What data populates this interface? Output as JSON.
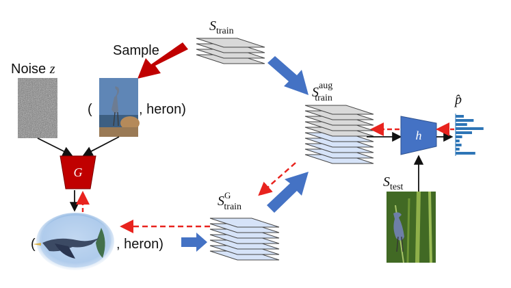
{
  "labels": {
    "sample": "Sample",
    "noise": "Noise",
    "noise_var": "z",
    "pair_open_1": "(",
    "pair_close_1": ", heron)",
    "pair_open_2": "(",
    "pair_close_2": ", heron)",
    "generator": "G",
    "classifier": "h",
    "s_train_base": "S",
    "s_train_sub": "train",
    "s_aug_base": "S",
    "s_aug_sub": "train",
    "s_aug_sup": "aug",
    "s_gen_base": "S",
    "s_gen_sub": "train",
    "s_gen_sup": "G",
    "s_test_base": "S",
    "s_test_sub": "test",
    "p_hat": "p̂"
  },
  "colors": {
    "red": "#c00000",
    "red_dashed": "#e8231e",
    "blue": "#4472c4",
    "stack_gray": "#d9d9d9",
    "stack_blue": "#d6e3f8",
    "hist_blue": "#2e75b6"
  },
  "icons": {
    "heron_photo": "heron-photo-icon",
    "heron_flying": "flying-heron-icon",
    "heron_test": "heron-test-photo-icon",
    "noise": "noise-image-icon"
  },
  "histogram": {
    "values": [
      0.25,
      0.55,
      0.35,
      0.85,
      0.5,
      0.2,
      0.12,
      0.18,
      0.12,
      0.6
    ]
  }
}
